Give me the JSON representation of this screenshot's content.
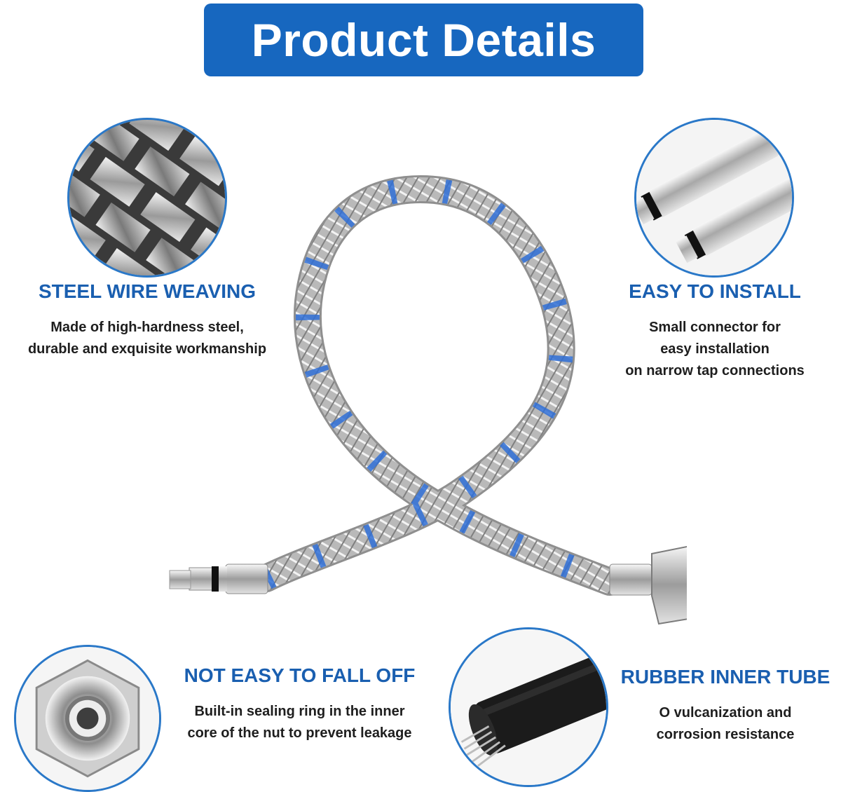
{
  "banner": {
    "title": "Product Details"
  },
  "features": {
    "steel": {
      "heading": "STEEL WIRE WEAVING",
      "lines": [
        "Made of high-hardness steel,",
        "durable and exquisite workmanship"
      ]
    },
    "install": {
      "heading": "EASY TO INSTALL",
      "lines": [
        "Small connector for",
        "easy installation",
        "on narrow tap connections"
      ]
    },
    "falloff": {
      "heading": "NOT EASY TO FALL OFF",
      "lines": [
        "Built-in sealing ring in the inner",
        "core of the nut to prevent leakage"
      ]
    },
    "rubber": {
      "heading": "RUBBER INNER TUBE",
      "lines": [
        "O vulcanization and",
        "corrosion resistance"
      ]
    }
  },
  "colors": {
    "accent": "#1767bf",
    "heading": "#1a5fb0",
    "circle_border": "#2a78c8",
    "braid_marker": "#2f6fd6"
  }
}
